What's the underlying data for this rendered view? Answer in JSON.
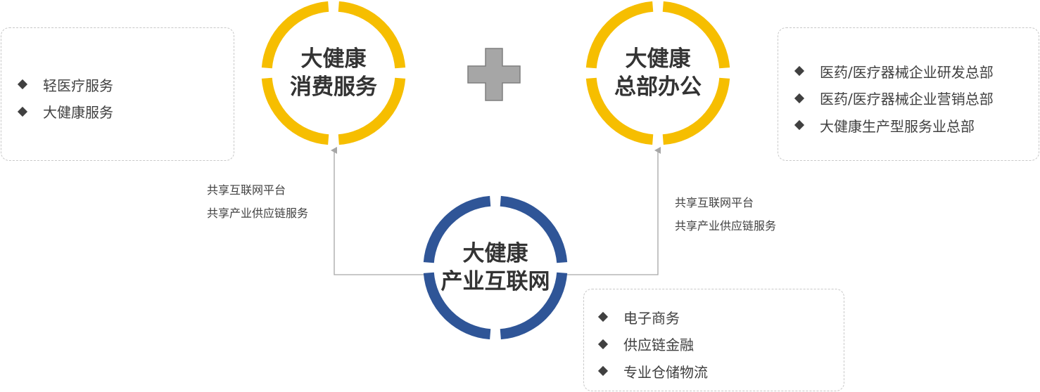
{
  "colors": {
    "gold_ring": "#F6BE00",
    "blue_ring": "#2F5597",
    "plus_fill": "#A6A6A6",
    "plus_stroke": "#7F7F7F",
    "connector": "#A6A6A6",
    "box_border": "#C8C8C8",
    "text": "#333333"
  },
  "circles": {
    "consumer": {
      "line1": "大健康",
      "line2": "消费服务",
      "color": "gold"
    },
    "hq": {
      "line1": "大健康",
      "line2": "总部办公",
      "color": "gold"
    },
    "internet": {
      "line1": "大健康",
      "line2": "产业互联网",
      "color": "blue"
    }
  },
  "boxes": {
    "consumer": {
      "items": [
        "轻医疗服务",
        "大健康服务"
      ]
    },
    "hq": {
      "items": [
        "医药/医疗器械企业研发总部",
        "医药/医疗器械企业营销总部",
        "大健康生产型服务业总部"
      ]
    },
    "internet": {
      "items": [
        "电子商务",
        "供应链金融",
        "专业仓储物流"
      ]
    }
  },
  "links": {
    "left": {
      "line1": "共享互联网平台",
      "line2": "共享产业供应链服务"
    },
    "right": {
      "line1": "共享互联网平台",
      "line2": "共享产业供应链服务"
    }
  },
  "icons": {
    "plus": "plus-icon",
    "bullet": "diamond-bullet-icon",
    "arrow": "arrow-up-icon"
  }
}
